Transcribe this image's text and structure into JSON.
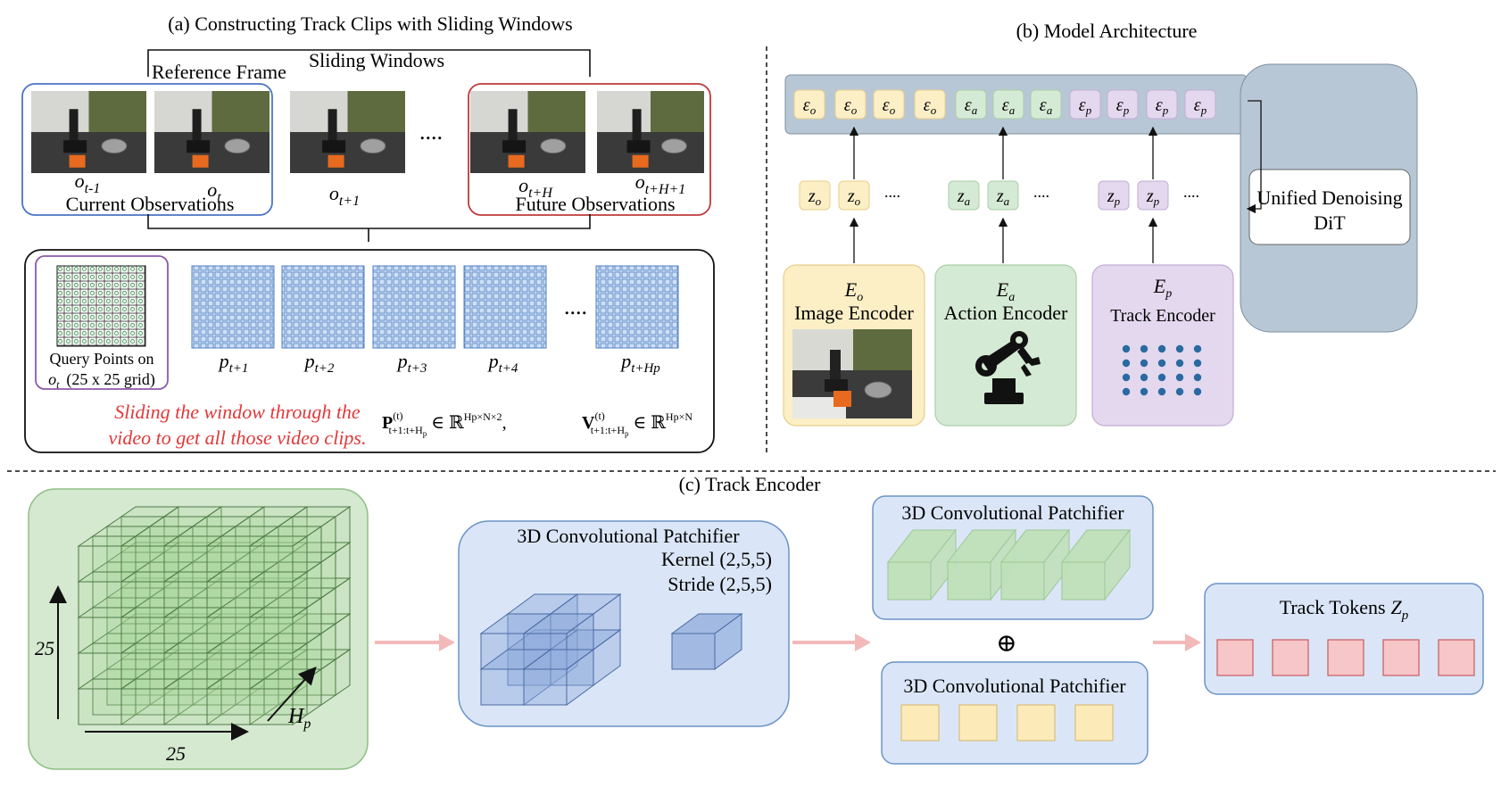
{
  "section_a": {
    "title": "(a) Constructing Track Clips with Sliding Windows",
    "sliding_windows": "Sliding Windows",
    "reference_frame": "Reference Frame",
    "frames": [
      "o",
      "o",
      "o",
      "o",
      "o"
    ],
    "frame_subs": [
      "t-1",
      "t",
      "t+1",
      "t+H",
      "t+H+1"
    ],
    "ellipsis": "....",
    "current_observations": "Current Observations",
    "future_observations": "Future Observations",
    "query_points_line1": "Query Points on",
    "query_points_line2_sym": "o",
    "query_points_line2_sub": "t",
    "query_points_line2_rest": "(25 x 25 grid)",
    "track_labels_sym": "p",
    "track_subs": [
      "t+1",
      "t+2",
      "t+3",
      "t+4",
      "t+Hp"
    ],
    "track_ellipsis": "....",
    "red_note_line1": "Sliding the window through the",
    "red_note_line2": "video to get all those video clips.",
    "eq1": "P(t) t+1:t+Hp ∈ ℝ^(Hp×N×2),",
    "eq2": "V(t) t+1:t+Hp ∈ ℝ^(Hp×N)",
    "eq1_sym": "P",
    "eq1_sup": "(t)",
    "eq1_sub": "t+1:t+H",
    "eq1_sub2": "p",
    "eq1_set": "∈ ℝ",
    "eq1_pow": "Hp×N×2",
    "eq1_comma": ",",
    "eq2_sym": "V",
    "eq2_sup": "(t)",
    "eq2_sub": "t+1:t+H",
    "eq2_sub2": "p",
    "eq2_set": "∈ ℝ",
    "eq2_pow": "Hp×N",
    "colors": {
      "current_box": "#4a74c4",
      "future_box": "#c0393b",
      "query_box": "#8c5aa8",
      "red_note": "#e0383a",
      "grid_fill": "#cfe0f5",
      "grid_line": "#4f7fc4"
    }
  },
  "section_b": {
    "title": "(b) Model Architecture",
    "token_row": [
      "εo",
      "εo",
      "εo",
      "εo",
      "εa",
      "εa",
      "εa",
      "εp",
      "εp",
      "εp",
      "εp"
    ],
    "token_types": [
      "o",
      "o",
      "o",
      "o",
      "a",
      "a",
      "a",
      "p",
      "p",
      "p",
      "p"
    ],
    "token_sym": "ε",
    "latents_o": [
      "zo",
      "zo"
    ],
    "latents_a": [
      "za",
      "za"
    ],
    "latents_p": [
      "zp",
      "zp"
    ],
    "latent_sym": "z",
    "latent_ellipsis": "....",
    "encoders": [
      {
        "sym": "E",
        "sub": "o",
        "name": "Image Encoder"
      },
      {
        "sym": "E",
        "sub": "a",
        "name": "Action Encoder"
      },
      {
        "sym": "E",
        "sub": "p",
        "name": "Track Encoder"
      }
    ],
    "dit_line1": "Unified Denoising",
    "dit_line2": "DiT",
    "icons": [
      "robot-photo-icon",
      "robot-arm-icon",
      "dot-grid-icon"
    ],
    "colors": {
      "obs": "#fcefc6",
      "obs_border": "#e6cf8a",
      "act": "#d5ead4",
      "act_border": "#a9cfa7",
      "trk": "#e3d8ee",
      "trk_border": "#c2aed6",
      "bar": "#b8c7d5",
      "dit": "#b8c7d5",
      "dot": "#2b6aa1"
    }
  },
  "section_c": {
    "title": "(c) Track Encoder",
    "cube_label_h": "25",
    "cube_label_w": "25",
    "cube_label_d_sym": "H",
    "cube_label_d_sub": "p",
    "patchifier_title": "3D Convolutional Patchifier",
    "kernel": "Kernel (2,5,5)",
    "stride": "Stride (2,5,5)",
    "patchifier_top": "3D Convolutional Patchifier",
    "patchifier_bottom": "3D Convolutional Patchifier",
    "plus": "⊕",
    "tokens_title_prefix": "Track Tokens",
    "tokens_sym": "Z",
    "tokens_sub": "p",
    "token_count": 5,
    "colors": {
      "green_panel": "#d5e8d0",
      "green_border": "#8fbf86",
      "blue_panel": "#dae6f7",
      "blue_border": "#6c93c7",
      "arrow": "#f3b9b9",
      "token": "#f6c6c8",
      "token_border": "#c95a5e",
      "yellow": "#fcebb8"
    }
  }
}
